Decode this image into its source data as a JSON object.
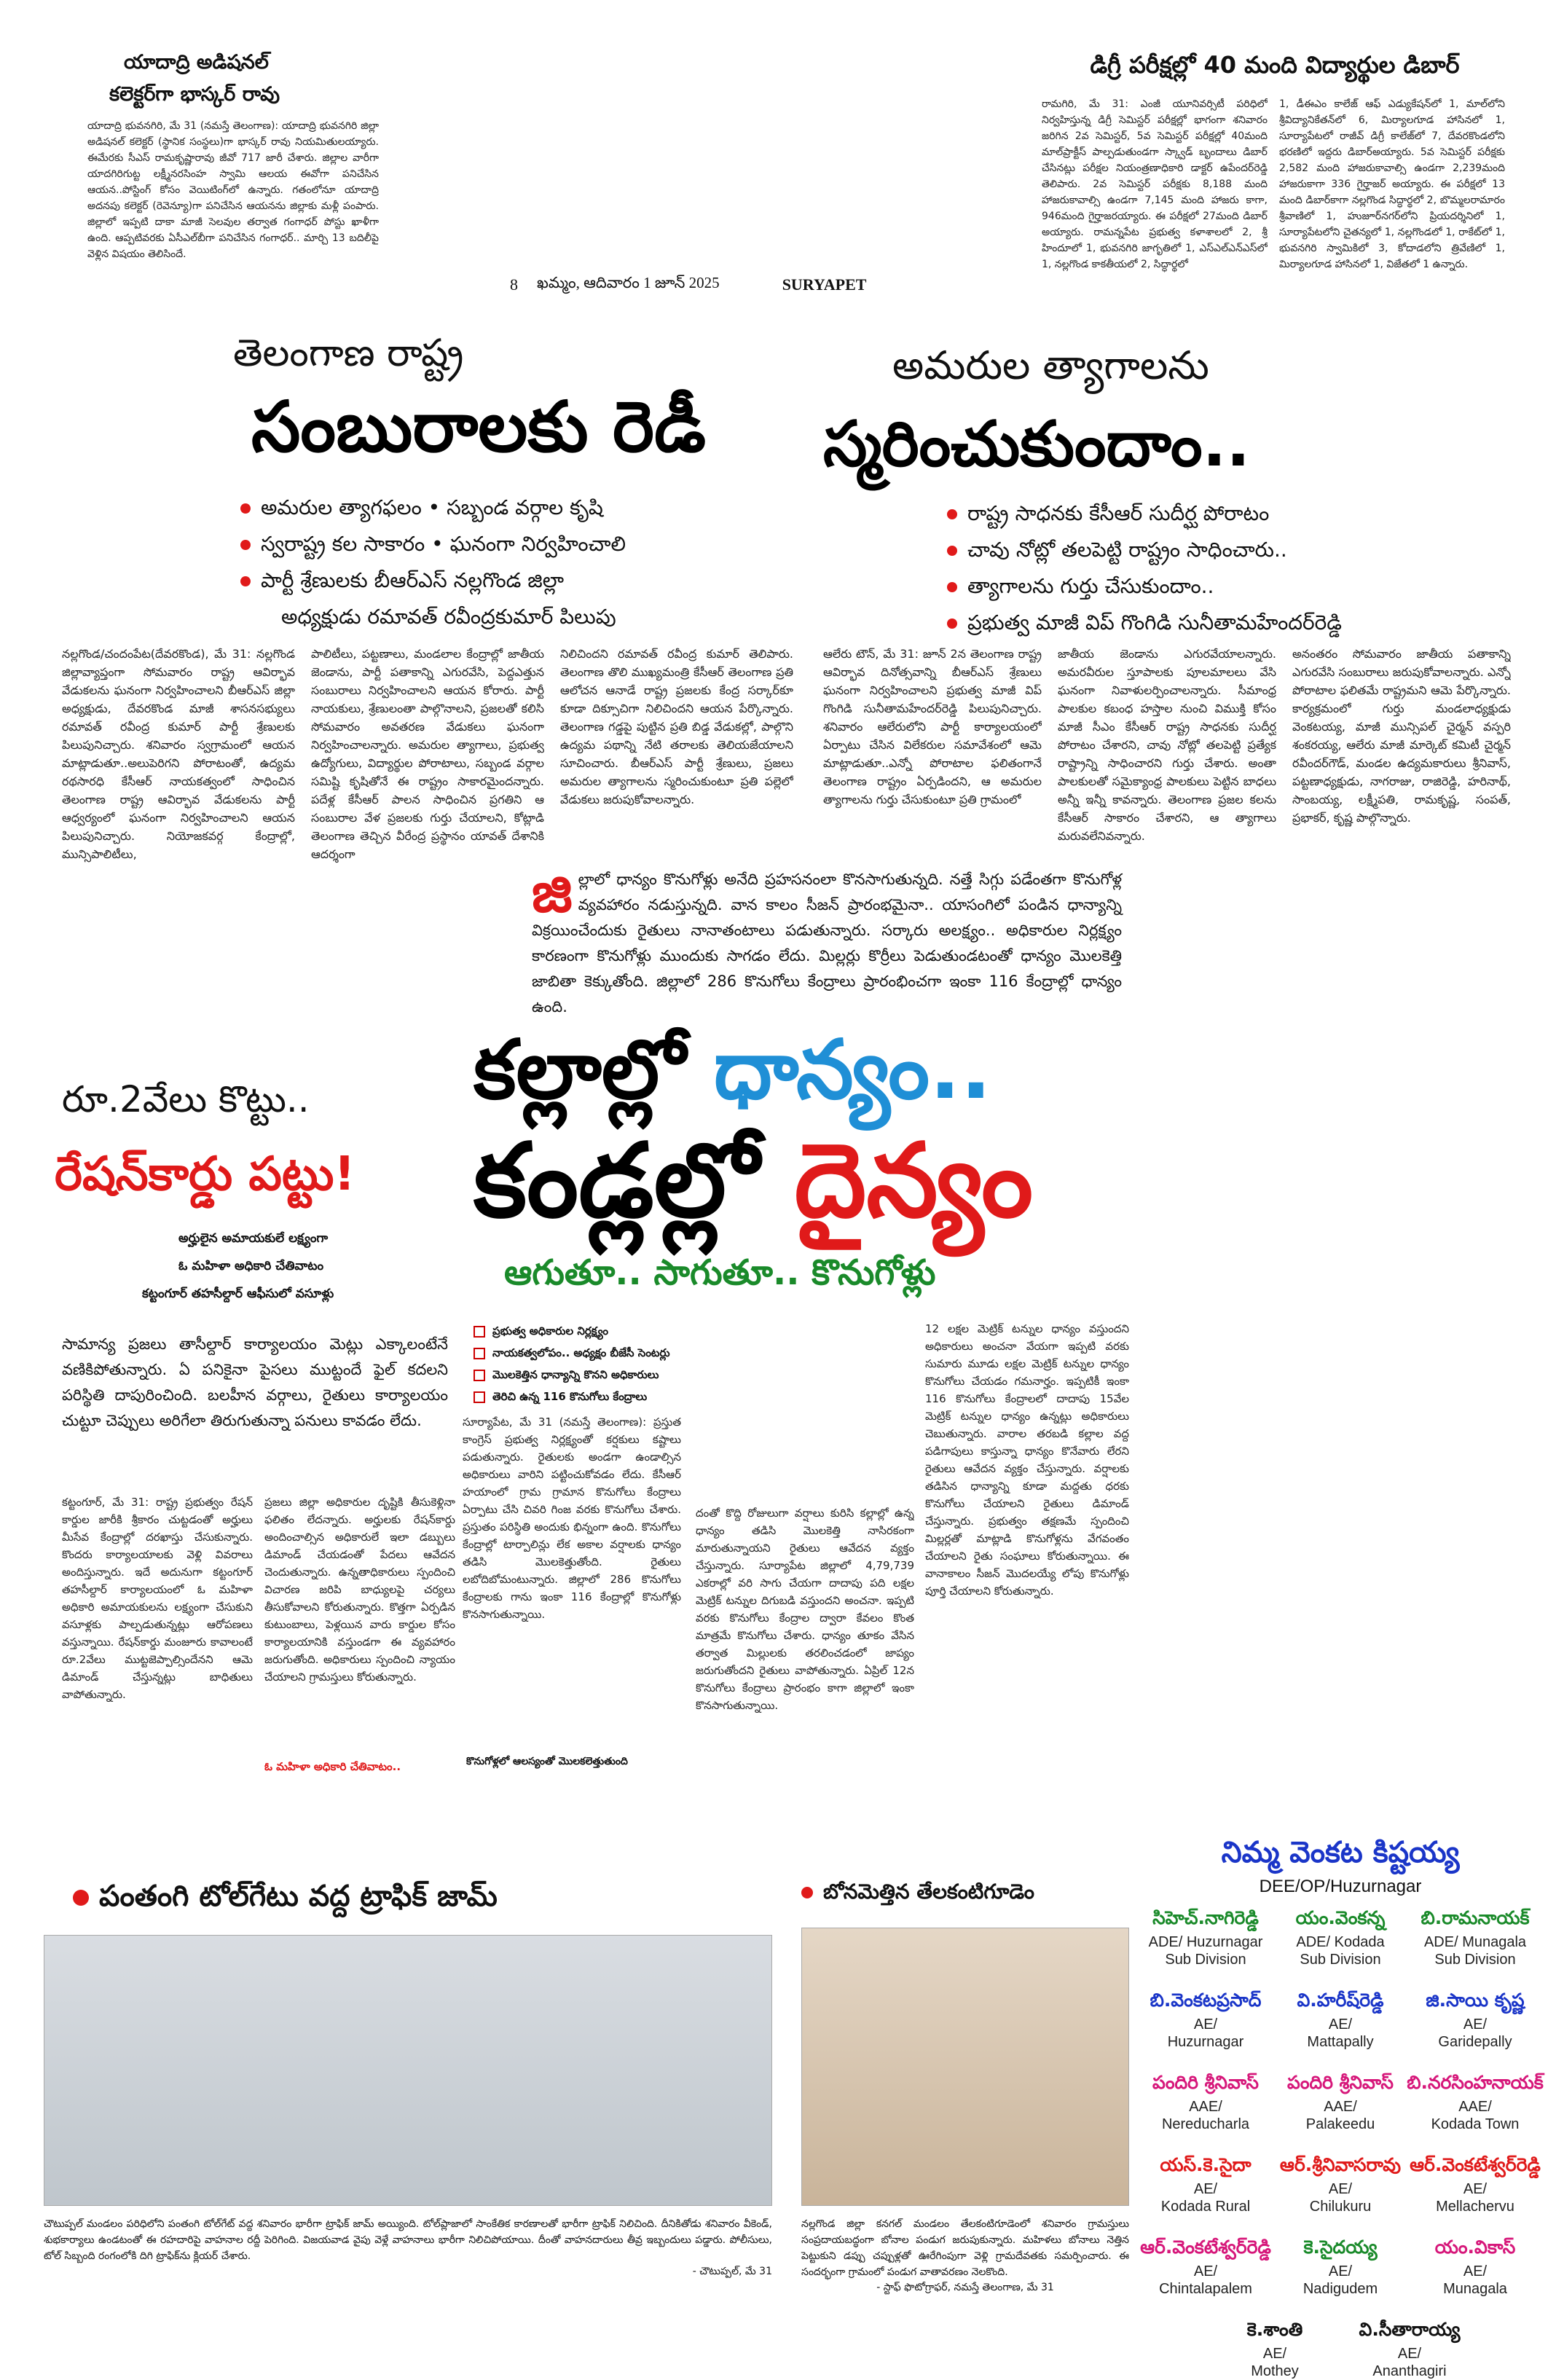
{
  "folio": {
    "page": "8",
    "date_line": "ఖమ్మం, ఆదివారం  1 జూన్ 2025",
    "edition": "SURYAPET"
  },
  "top_left": {
    "headline1": "యాదాద్రి అడిషనల్",
    "headline2": "కలెక్టర్‌గా భాస్కర్ రావు",
    "body": "యాదాద్రి భువనగిరి, మే 31 (నమస్తే తెలంగాణ): యాదాద్రి భువనగిరి జిల్లా అడిషనల్ కలెక్టర్ (స్థానిక సంస్థలు)గా భాస్కర్ రావు నియమితులయ్యారు. ఈమేరకు సీఎస్ రామకృష్ణారావు జీవో 717 జారీ చేశారు. జిల్లాల వారీగా యాదగిరిగుట్ట లక్ష్మీనరసింహ స్వామి ఆలయ ఈవోగా పనిచేసిన ఆయన..పోస్టింగ్ కోసం వెయిటింగ్‌లో ఉన్నారు. గతంలోనూ యాదాద్రి అదనపు కలెక్టర్ (రెవెన్యూ)గా పనిచేసిన ఆయనను జిల్లాకు మళ్లీ పంపారు. జిల్లాలో ఇప్పటి దాకా మాజీ సెలవుల తర్వాత గంగాధర్ పోస్టు ఖాళీగా ఉంది. ఆప్పటివరకు ఏసీఎల్‌బీగా పనిచేసిన గంగాధర్.. మార్చి 13 బదిలీపై వెళ్లిన విషయం తెలిసిందే."
  },
  "top_right": {
    "headline": "డిగ్రీ పరీక్షల్లో 40 మంది విద్యార్థుల డిబార్",
    "col1": "రామగిరి, మే 31: ఎంజీ యూనివర్సిటీ పరిధిలో నిర్వహిస్తున్న డిగ్రీ సెమిస్టర్ పరీక్షల్లో భాగంగా శనివారం జరిగిన 2వ సెమిస్టర్, 5వ సెమిస్టర్ పరీక్షల్లో 40మంది మాల్‌ప్రాక్టీస్ పాల్పడుతుండగా స్క్వాడ్ బృందాలు డిబార్ చేసినట్లు పరీక్షల నియంత్రణాధికారి డాక్టర్ ఉపేందర్‌రెడ్డి తెలిపారు. 2వ సెమిస్టర్ పరీక్షకు 8,188 మంది హాజరుకావాల్సి ఉండగా 7,145 మంది హాజరు కాగా, 946మంది గైర్హాజరయ్యారు. ఈ పరీక్షలో 27మంది డిబార్ అయ్యారు. రామన్నపేట ప్రభుత్వ కళాశాలలో 2, శ్రీ హిందూలో 1, భువనగిరి జాగృతిలో 1, ఎస్‌ఎల్‌ఎన్‌ఎస్‌లో 1, నల్లగొండ కాకతీయలో 2, సిద్ధార్థలో",
    "col2": "1, డీఈఎం కాలేజ్ ఆఫ్ ఎడ్యుకేషన్‌లో 1, మాల్‌లోని శ్రీవిద్యానికేతన్‌లో 6, మిర్యాలగూడ హాసినలో 1, సూర్యాపేటలో రాజీవ్ డిగ్రీ కాలేజ్‌లో 7, దేవరకొండలోని భరణిలో ఇద్దరు డిబార్‌అయ్యారు. 5వ సెమిస్టర్ పరీక్షకు 2,582 మంది హాజరుకావాల్సి ఉండగా 2,239మంది హాజరుకాగా 336 గైర్హాజర్‌ అయ్యారు. ఈ పరీక్షలో 13 మంది డిబార్‌కాగా నల్లగొండ సిద్ధార్థలో 2, బొమ్మలరామారం శ్రీవాణిలో 1, హుజూర్‌నగర్‌లోని ప్రియదర్శినిలో 1, సూర్యాపేటలోని చైతన్యలో 1, నల్లగొండలో 1, రాకేట్‌లో 1, భువనగిరి స్వామికిలో 3, కోదాడలోని త్రివేణిలో 1, మిర్యాలగూడ హాసినలో 1, విజేతలో 1 ఉన్నారు."
  },
  "left_story": {
    "kicker": "తెలంగాణ రాష్ట్ర",
    "headline": "సంబురాలకు రెడీ",
    "bullets": [
      "అమరుల త్యాగఫలం  •  సబ్బండ వర్గాల కృషి",
      "స్వరాష్ట్ర కల సాకారం  •  ఘనంగా నిర్వహించాలి",
      "పార్టీ శ్రేణులకు బీఆర్‌ఎస్ నల్లగొండ జిల్లా",
      "అధ్యక్షుడు రమావత్ రవీంద్రకుమార్ పిలుపు"
    ],
    "col1": "నల్లగొండ/చందంపేట(దేవరకొండ), మే 31: నల్లగొండ జిల్లావ్యాప్తంగా సోమవారం రాష్ట్ర ఆవిర్భావ వేడుకలను ఘనంగా నిర్వహించాలని బీఆర్‌ఎస్ జిల్లా అధ్యక్షుడు, దేవరకొండ మాజీ శాసనసభ్యులు రమావత్ రవీంద్ర కుమార్ పార్టీ శ్రేణులకు పిలుపునిచ్చారు. శనివారం స్వగ్రామంలో ఆయన మాట్లాడుతూ..అలుపెరిగని పోరాటంతో, ఉద్యమ రథసారధి కేసీఆర్ నాయకత్వంలో సాధించిన తెలంగాణ రాష్ట్ర ఆవిర్భావ వేడుకలను పార్టీ ఆధ్వర్యంలో ఘనంగా నిర్వహించాలని ఆయన పిలుపునిచ్చారు. నియోజకవర్గ కేంద్రాల్లో, మున్సిపాలిటీలు,",
    "col2": "పాలిటీలు, పట్టణాలు, మండలాల కేంద్రాల్లో జాతీయ జెండాను, పార్టీ పతాకాన్ని ఎగురవేసి, పెద్దఎత్తున సంబురాలు నిర్వహించాలని ఆయన కోరారు. పార్టీ నాయకులు, శ్రేణులంతా పాల్గొనాలని, ప్రజలతో కలిసి సోమవారం అవతరణ వేడుకలు ఘనంగా నిర్వహించాలన్నారు. అమరుల త్యాగాలు, ప్రభుత్వ ఉద్యోగులు, విద్యార్థుల పోరాటాలు, సబ్బండ వర్గాల సమిష్టి కృషితోనే ఈ రాష్ట్రం సాకారమైందన్నారు. పదేళ్ల కేసీఆర్ పాలన సాధించిన ప్రగతిని ఆ సంబురాల వేళ ప్రజలకు గుర్తు చేయాలని, కోట్లాడి తెలంగాణ తెచ్చిన వీరేంద్ర ప్రస్థానం యావత్ దేశానికి ఆదర్శంగా",
    "col3": "నిలిచిందని రమావత్ రవీంద్ర కుమార్ తెలిపారు. తెలంగాణ తొలి ముఖ్యమంత్రి కేసీఆర్ తెలంగాణ ప్రతి ఆలోచన ఆనాడే రాష్ట్ర ప్రజలకు కేంద్ర సర్కార్‌కూ కూడా దిక్సూచిగా నిలిచిందని ఆయన పేర్కొన్నారు. తెలంగాణ గడ్డపై పుట్టిన ప్రతి బిడ్డ వేడుకల్లో, పాల్గొని ఉద్యమ పథాన్ని నేటి తరాలకు తెలియజేయాలని సూచించారు. బీఆర్‌ఎస్ పార్టీ శ్రేణులు, ప్రజలు అమరుల త్యాగాలను స్మరించుకుంటూ ప్రతి పల్లెలో వేడుకలు జరుపుకోవాలన్నారు."
  },
  "right_story": {
    "kicker": "అమరుల త్యాగాలను",
    "headline": "స్మరించుకుందాం..",
    "bullets": [
      "రాష్ట్ర సాధనకు కేసీఆర్ సుదీర్ఘ పోరాటం",
      "చావు నోట్లో తలపెట్టి రాష్ట్రం సాధించారు..",
      "త్యాగాలను గుర్తు చేసుకుందాం..",
      "ప్రభుత్వ మాజీ విప్ గొంగిడి సునీతామహేందర్‌రెడ్డి"
    ],
    "col1": "ఆలేరు టౌన్, మే 31: జూన్ 2న తెలంగాణ రాష్ట్ర ఆవిర్భావ దినోత్సవాన్ని బీఆర్‌ఎస్ శ్రేణులు ఘనంగా నిర్వహించాలని ప్రభుత్వ మాజీ విప్ గొంగిడి సునీతామహేందర్‌రెడ్డి పిలుపునిచ్చారు. శనివారం ఆలేరులోని పార్టీ కార్యాలయంలో ఏర్పాటు చేసిన విలేకరుల సమావేశంలో ఆమె మాట్లాడుతూ..ఎన్నో పోరాటాల ఫలితంగానే తెలంగాణ రాష్ట్రం ఏర్పడిందని, ఆ అమరుల త్యాగాలను గుర్తు చేసుకుంటూ ప్రతి గ్రామంలో",
    "col2": "జాతీయ జెండాను ఎగురవేయాలన్నారు. అమరవీరుల స్తూపాలకు పూలమాలలు వేసి ఘనంగా నివాళులర్పించాలన్నారు. సీమాంధ్ర పాలకుల కబంధ హస్తాల నుంచి విముక్తి కోసం మాజీ సీఎం కేసీఆర్ రాష్ట్ర సాధనకు సుదీర్ఘ పోరాటం చేశారని, చావు నోట్లో తలపెట్టి ప్రత్యేక రాష్ట్రాన్ని సాధించారని గుర్తు చేశారు. అంతా పాలకులతో సమైక్యాంధ్ర పాలకులు పెట్టిన బాధలు అన్నీ ఇన్నీ కావన్నారు. తెలంగాణ ప్రజల కలను కేసీఆర్ సాకారం చేశారని, ఆ త్యాగాలు మరువలేనివన్నారు.",
    "col3": "అనంతరం సోమవారం జాతీయ పతాకాన్ని ఎగురవేసి సంబురాలు జరుపుకోవాలన్నారు. ఎన్నో పోరాటాల ఫలితమే రాష్ట్రమని ఆమె పేర్కొన్నారు. కార్యక్రమంలో గుర్తు మండలాధ్యక్షుడు వెంకటయ్య, మాజీ మున్సిపల్ చైర్మన్ వస్పరి శంకరయ్య, ఆలేరు మాజీ మార్కెట్ కమిటీ చైర్మన్ రవీందర్‌గౌడ్, మండల ఉద్యమకారులు శ్రీనివాస్, పట్టణాధ్యక్షుడు, నాగరాజు, రాజిరెడ్డి, హరినాథ్, సాంబయ్య, లక్ష్మీపతి, రామకృష్ణ, సంపత్, ప్రభాకర్, కృష్ణ పాల్గొన్నారు."
  },
  "lead_blurb": {
    "dropcap": "జి",
    "text": "ల్లాలో ధాన్యం కొనుగోళ్లు అనేది ప్రహసనంలా కొనసాగుతున్నది. నత్తే సిగ్గు పడేంతగా కొనుగోళ్ల వ్యవహారం నడుస్తున్నది. వాన కాలం సీజన్ ప్రారంభమైనా.. యాసంగిలో పండిన ధాన్యాన్ని విక్రయించేందుకు రైతులు నానాతంటాలు పడుతున్నారు. సర్కారు అలక్ష్యం.. అధికారుల నిర్లక్ష్యం కారణంగా కొనుగోళ్లు ముందుకు సాగడం లేదు. మిల్లర్లు కొర్రీలు పెడుతుండటంతో ధాన్యం మొలకెత్తి జాబితా కెక్కుతోంది. జిల్లాలో 286 కొనుగోలు కేంద్రాలు ప్రారంభించగా ఇంకా 116 కేంద్రాల్లో ధాన్యం ఉంది."
  },
  "main_headline": {
    "line1_a": "కల్లాల్లో ",
    "line1_b": "ధాన్యం..",
    "line2_a": "కండ్లల్లో ",
    "line2_b": "దైన్యం",
    "deck": "ఆగుతూ.. సాగుతూ.. కొనుగోళ్లు",
    "points": [
      "ప్రభుత్వ అధికారుల నిర్లక్ష్యం",
      "నాయకత్వలోపం.. అధ్యక్షం బీజేసీ సెంటర్లు",
      "మొలకెత్తిన ధాన్యాన్ని కొనని అధికారులు",
      "తెరిచి ఉన్న 116 కొనుగోలు కేంద్రాలు"
    ]
  },
  "ration_story": {
    "kicker": "రూ.2వేలు కొట్టు..",
    "headline": "రేషన్‌కార్డు పట్టు!",
    "sub1": "అర్హులైన అమాయకులే లక్ష్యంగా",
    "sub2": "ఓ మహిళా అధికారి చేతివాటం",
    "sub3": "కట్టంగూర్ తహసీల్దార్ ఆఫీసులో వసూళ్లు",
    "intro": "సామాన్య ప్రజలు తాసీల్దార్ కార్యాలయం మెట్లు ఎక్కాలంటేనే వణికిపోతున్నారు. ఏ పనికైనా పైసలు ముట్టందే ఫైల్ కదలని పరిస్థితి దాపురించింది. బలహీన వర్గాలు, రైతులు కార్యాలయం చుట్టూ చెప్పులు అరిగేలా తిరుగుతున్నా పనులు కావడం లేదు.",
    "col1": "కట్టంగూర్, మే 31: రాష్ట్ర ప్రభుత్వం రేషన్ కార్డుల జారీకి శ్రీకారం చుట్టడంతో అర్హులు మీసేవ కేంద్రాల్లో దరఖాస్తు చేసుకున్నారు. కొందరు కార్యాలయాలకు వెళ్లి వివరాలు అందిస్తున్నారు. ఇదే అదునుగా కట్టంగూర్ తహసీల్దార్ కార్యాలయంలో ఓ మహిళా అధికారి అమాయకులను లక్ష్యంగా చేసుకుని వసూళ్లకు పాల్పడుతున్నట్లు ఆరోపణలు వస్తున్నాయి. రేషన్‌కార్డు మంజూరు కావాలంటే రూ.2వేలు ముట్టజెప్పాల్సిందేనని ఆమె డిమాండ్ చేస్తున్నట్లు బాధితులు వాపోతున్నారు.",
    "col2": "ప్రజలు జిల్లా అధికారుల దృష్టికి తీసుకెళ్లినా ఫలితం లేదన్నారు. అర్హులకు రేషన్‌కార్డు అందించాల్సిన అధికారులే ఇలా డబ్బులు డిమాండ్ చేయడంతో పేదలు ఆవేదన చెందుతున్నారు. ఉన్నతాధికారులు స్పందించి విచారణ జరిపి బాధ్యులపై చర్యలు తీసుకోవాలని కోరుతున్నారు. కొత్తగా ఏర్పడిన కుటుంబాలు, పెళ్లయిన వారు కార్డుల కోసం కార్యాలయానికి వస్తుండగా ఈ వ్యవహారం జరుగుతోంది. అధికారులు స్పందించి న్యాయం చేయాలని గ్రామస్తులు కోరుతున్నారు.",
    "highlight": "ఓ మహిళా అధికారి చేతివాటం.."
  },
  "grain_story": {
    "col1": "సూర్యాపేట, మే 31 (నమస్తే తెలంగాణ): ప్రస్తుత కాంగ్రెస్ ప్రభుత్వ నిర్లక్ష్యంతో కర్షకులు కష్టాలు పడుతున్నారు. రైతులకు అండగా ఉండాల్సిన అధికారులు వారిని పట్టించుకోవడం లేదు. కేసీఆర్ హయాంలో గ్రామ గ్రామాన కొనుగోలు కేంద్రాలు ఏర్పాటు చేసి చివరి గింజ వరకు కొనుగోలు చేశారు. ప్రస్తుతం పరిస్థితి అందుకు భిన్నంగా ఉంది. కొనుగోలు కేంద్రాల్లో టార్పాలిన్లు లేక అకాల వర్షాలకు ధాన్యం తడిసి మొలకెత్తుతోంది. రైతులు లబోదిబోమంటున్నారు. జిల్లాలో 286 కొనుగోలు కేంద్రాలకు గాను ఇంకా 116 కేంద్రాల్లో కొనుగోళ్లు కొనసాగుతున్నాయి.",
    "subhead": "కొనుగోళ్లలో ఆలస్యంతో మొలకలెత్తుతుంది",
    "col2": "దంతో కొద్ది రోజులుగా వర్షాలు కురిసి కల్లాల్లో ఉన్న ధాన్యం తడిసి మొలకెత్తి నాసిరకంగా మారుతున్నాయని రైతులు ఆవేదన వ్యక్తం చేస్తున్నారు. సూర్యాపేట జిల్లాలో 4,79,739 ఎకరాల్లో వరి సాగు చేయగా దాదాపు పది లక్షల మెట్రిక్ టన్నుల దిగుబడి వస్తుందని అంచనా. ఇప్పటి వరకు కొనుగోలు కేంద్రాల ద్వారా కేవలం కొంత మాత్రమే కొనుగోలు చేశారు. ధాన్యం తూకం వేసిన తర్వాత మిల్లులకు తరలించడంలో జాప్యం జరుగుతోందని రైతులు వాపోతున్నారు. ఏప్రిల్ 12న కొనుగోలు కేంద్రాలు ప్రారంభం కాగా జిల్లాలో ఇంకా కొనసాగుతున్నాయి.",
    "col3": "12 లక్షల మెట్రిక్ టన్నుల ధాన్యం వస్తుందని అధికారులు అంచనా వేయగా ఇప్పటి వరకు సుమారు మూడు లక్షల మెట్రిక్ టన్నుల ధాన్యం కొనుగోలు చేయడం గమనార్హం. ఇప్పటికీ ఇంకా 116 కొనుగోలు కేంద్రాలలో దాదాపు 15వేల మెట్రిక్ టన్నుల ధాన్యం ఉన్నట్లు అధికారులు చెబుతున్నారు. వారాల తరబడి కల్లాల వద్ద పడిగాపులు కాస్తున్నా ధాన్యం కొనేవారు లేరని రైతులు ఆవేదన వ్యక్తం చేస్తున్నారు. వర్షాలకు తడిసిన ధాన్యాన్ని కూడా మద్దతు ధరకు కొనుగోలు చేయాలని రైతులు డిమాండ్ చేస్తున్నారు. ప్రభుత్వం తక్షణమే స్పందించి మిల్లర్లతో మాట్లాడి కొనుగోళ్లను వేగవంతం చేయాలని రైతు సంఘాలు కోరుతున్నాయి. ఈ వానాకాలం సీజన్ మొదలయ్యే లోపు కొనుగోళ్లు పూర్తి చేయాలని కోరుతున్నారు."
  },
  "bottom_left": {
    "headline": "పంతంగి టోల్‌గేటు వద్ద ట్రాఫిక్ జామ్",
    "caption": "చౌటుప్పల్ మండలం పరిధిలోని పంతంగి టోల్‌గేట్ వద్ద శనివారం భారీగా ట్రాఫిక్ జామ్ అయ్యింది. టోల్‌ప్లాజాలో సాంకేతిక కారణాలతో భారీగా ట్రాఫిక్ నిలిచింది. దీనికితోడు శనివారం వీకెండ్, శుభకార్యాలు ఉండటంతో ఈ రహదారిపై వాహనాల రద్దీ పెరిగింది. విజయవాడ వైపు వెళ్లే వాహనాలు భారీగా నిలిచిపోయాయి. దీంతో వాహనదారులు తీవ్ర ఇబ్బందులు పడ్డారు. పోలీసులు, టోల్ సిబ్బంది రంగంలోకి దిగి ట్రాఫిక్‌ను క్లియర్ చేశారు.",
    "credit": "- చౌటుప్పల్, మే 31"
  },
  "bottom_mid": {
    "headline": "బోనమెత్తిన తేలకంటిగూడెం",
    "caption": "నల్లగొండ జిల్లా కనగల్ మండలం తేలకంటిగూడెంలో శనివారం గ్రామస్తులు సంప్రదాయబద్ధంగా బోనాల పండుగ జరుపుకున్నారు. మహిళలు బోనాలు నెత్తిన పెట్టుకుని డప్పు చప్పుళ్లతో ఊరేగింపుగా వెళ్లి గ్రామదేవతకు సమర్పించారు. ఈ సందర్భంగా గ్రామంలో పండుగ వాతావరణం నెలకొంది.",
    "credit": "- స్టాఫ్ ఫొటోగ్రాఫర్, నమస్తే తెలంగాణ, మే 31"
  },
  "ad": {
    "name": "నిమ్మ వెంకట కిష్టయ్య",
    "title": "DEE/OP/Huzurnagar",
    "officers": [
      {
        "name": "సిహెచ్.నాగిరెడ్డి",
        "role": "ADE/ Huzurnagar",
        "sub": "Sub Division",
        "color": "#1a8a2a"
      },
      {
        "name": "యం.వెంకన్న",
        "role": "ADE/ Kodada",
        "sub": "Sub Division",
        "color": "#1a8a2a"
      },
      {
        "name": "బి.రామనాయక్",
        "role": "ADE/ Munagala",
        "sub": "Sub Division",
        "color": "#1a8a2a"
      },
      {
        "name": "బి.వెంకటప్రసాద్",
        "role": "AE/",
        "sub": "Huzurnagar",
        "color": "#1a35c8"
      },
      {
        "name": "వి.హరీష్‌రెడ్డి",
        "role": "AE/",
        "sub": "Mattapally",
        "color": "#1a35c8"
      },
      {
        "name": "జి.సాయి కృష్ణ",
        "role": "AE/",
        "sub": "Garidepally",
        "color": "#1a35c8"
      },
      {
        "name": "పందిరి శ్రీనివాస్",
        "role": "AAE/",
        "sub": "Nereducharla",
        "color": "#d6177a"
      },
      {
        "name": "పందిరి శ్రీనివాస్",
        "role": "AAE/",
        "sub": "Palakeedu",
        "color": "#d6177a"
      },
      {
        "name": "బి.నరసింహనాయక్",
        "role": "AAE/",
        "sub": "Kodada Town",
        "color": "#d6177a"
      },
      {
        "name": "యస్.కె.సైదా",
        "role": "AE/",
        "sub": "Kodada Rural",
        "color": "#e01a1a"
      },
      {
        "name": "ఆర్.శ్రీనివాసరావు",
        "role": "AE/",
        "sub": "Chilukuru",
        "color": "#e01a1a"
      },
      {
        "name": "ఆర్.వెంకటేశ్వర్‌రెడ్డి",
        "role": "AE/",
        "sub": "Mellachervu",
        "color": "#e01a1a"
      },
      {
        "name": "ఆర్.వెంకటేశ్వర్‌రెడ్డి",
        "role": "AE/",
        "sub": "Chintalapalem",
        "color": "#d6177a"
      },
      {
        "name": "కె.సైదయ్య",
        "role": "AE/",
        "sub": "Nadigudem",
        "color": "#1a8a2a"
      },
      {
        "name": "యం.వికాస్",
        "role": "AE/",
        "sub": "Munagala",
        "color": "#d6177a"
      },
      {
        "name": "కె.శాంతి",
        "role": "AE/",
        "sub": "Mothey",
        "color": "#111111"
      },
      {
        "name": "వి.సీతారాయ్య",
        "role": "AE/",
        "sub": "Ananthagiri",
        "color": "#111111"
      }
    ]
  },
  "colors": {
    "accent_red": "#e01a1a",
    "accent_blue": "#1f8fd6",
    "accent_green": "#1a8a2a",
    "ad_blue": "#1a35c8",
    "ad_magenta": "#d6177a"
  }
}
